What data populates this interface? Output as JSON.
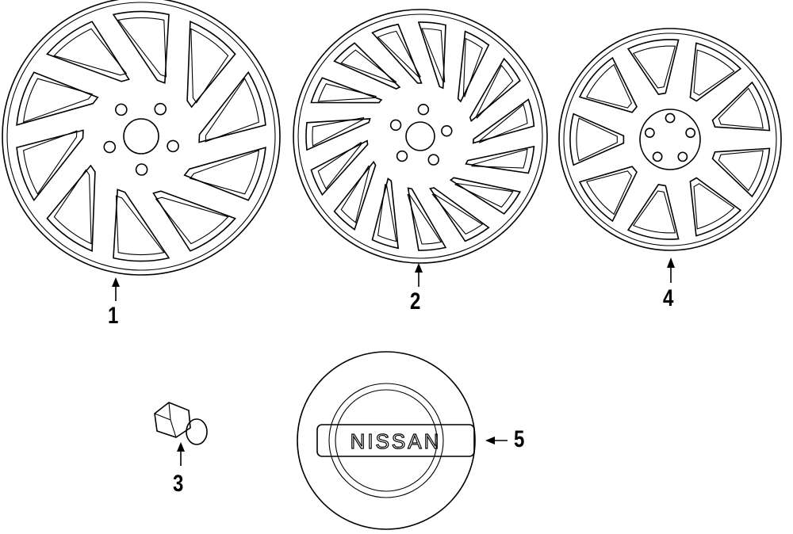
{
  "diagram": {
    "parts": [
      {
        "callout": "1",
        "icon": "alloy-wheel-10-spoke-icon"
      },
      {
        "callout": "2",
        "icon": "alloy-wheel-multi-spoke-icon"
      },
      {
        "callout": "3",
        "icon": "lug-nut-icon"
      },
      {
        "callout": "4",
        "icon": "alloy-wheel-9-spoke-icon"
      },
      {
        "callout": "5",
        "icon": "center-cap-icon"
      }
    ],
    "cap_logo_text": "NISSAN"
  }
}
